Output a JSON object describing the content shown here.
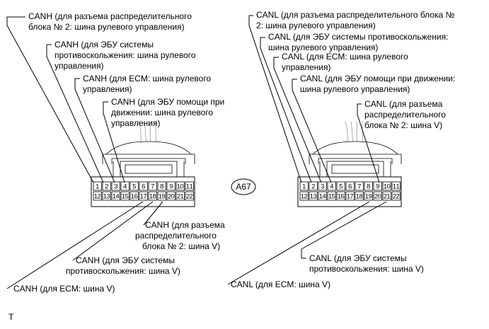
{
  "left_labels": {
    "a_line1": "CANH (для разъема распределительного",
    "a_line2": "блока № 2: шина рулевого управления)",
    "b_line1": "CANH (для ЭБУ системы",
    "b_line2": "противоскольжения: шина рулевого",
    "b_line3": "управления)",
    "c_line1": "CANH (для ECM: шина рулевого",
    "c_line2": "управления)",
    "d_line1": "CANH (для ЭБУ помощи при",
    "d_line2": "движении: шина рулевого",
    "d_line3": "управления)",
    "e_line1": "CANH (для разъема",
    "e_line2": "распределительного",
    "e_line3": "блока № 2: шина V)",
    "f_line1": "CANH (для ЭБУ системы",
    "f_line2": "противоскольжения: шина V)",
    "g_line1": "CANH (для ECM: шина V)"
  },
  "right_labels": {
    "a_line1": "CANL (для разъема распределительного блока №",
    "a_line2": "2: шина рулевого управления)",
    "b_line1": "CANL (для ЭБУ системы противоскольжения:",
    "b_line2": "шина рулевого управления)",
    "c_line1": "CANL (для ECM: шина рулевого",
    "c_line2": "управления)",
    "d_line1": "CANL (для ЭБУ помощи при движении:",
    "d_line2": "шина рулевого управления)",
    "e_line1": "CANL (для разъема",
    "e_line2": "распределительного",
    "e_line3": "блока № 2: шина V)",
    "f_line1": "CANL (для ЭБУ системы",
    "f_line2": "противоскольжения: шина V)",
    "g_line1": "CANL (для ECM: шина V)"
  },
  "connector_code": "A67",
  "footer_mark": "T",
  "pins_row1": [
    "1",
    "2",
    "3",
    "4",
    "5",
    "6",
    "7",
    "8",
    "9",
    "10",
    "11"
  ],
  "pins_row2": [
    "12",
    "13",
    "14",
    "15",
    "16",
    "17",
    "18",
    "19",
    "20",
    "21",
    "22"
  ]
}
